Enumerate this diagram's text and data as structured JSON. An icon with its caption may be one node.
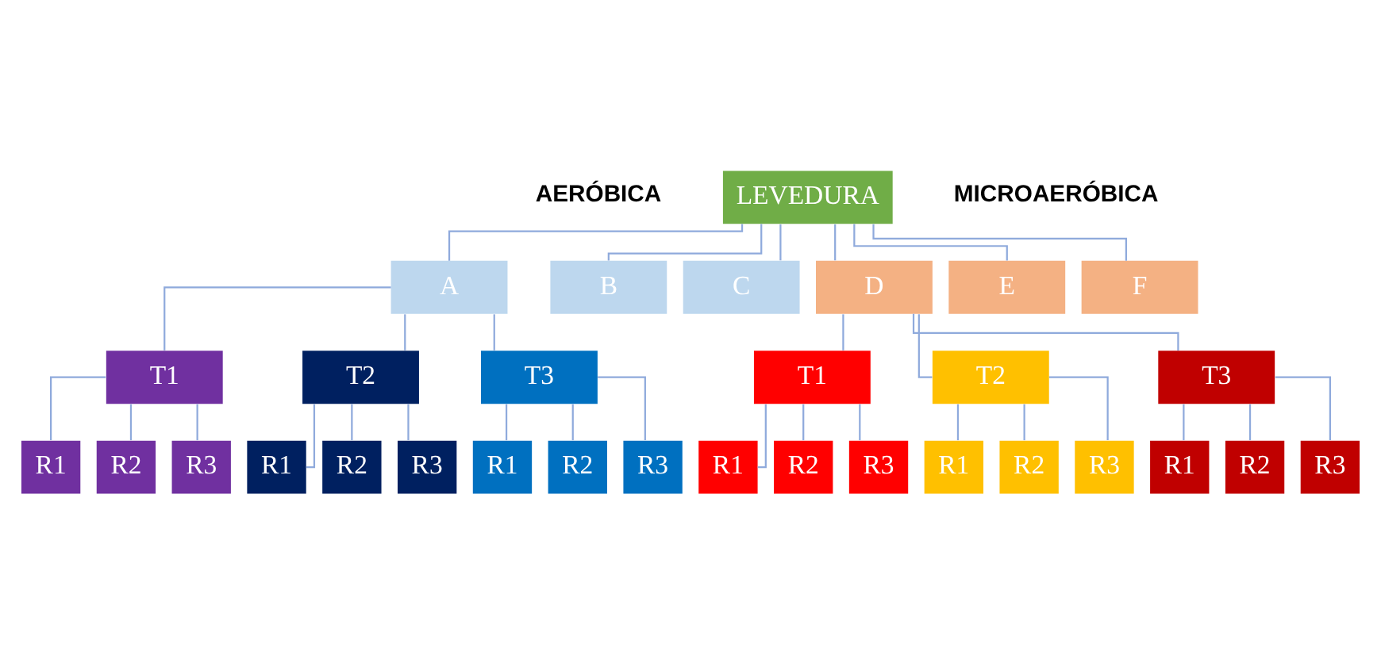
{
  "diagram": {
    "nodes": [
      {
        "text": [
          "LEVEDURA"
        ]
      },
      {
        "text": [
          "A"
        ]
      },
      {
        "text": [
          "B"
        ]
      },
      {
        "text": [
          "C"
        ]
      },
      {
        "text": [
          "D"
        ]
      },
      {
        "text": [
          "E"
        ]
      },
      {
        "text": [
          "F"
        ]
      },
      {
        "text": [
          "T1"
        ]
      },
      {
        "text": [
          "T2"
        ]
      },
      {
        "text": [
          "T3"
        ]
      },
      {
        "text": [
          "T1"
        ]
      },
      {
        "text": [
          "T2"
        ]
      },
      {
        "text": [
          "T3"
        ]
      },
      {
        "text": [
          "R1"
        ]
      },
      {
        "text": [
          "R2"
        ]
      },
      {
        "text": [
          "R3"
        ]
      },
      {
        "text": [
          "R1"
        ]
      },
      {
        "text": [
          "R2"
        ]
      },
      {
        "text": [
          "R3"
        ]
      },
      {
        "text": [
          "R1"
        ]
      },
      {
        "text": [
          "R2"
        ]
      },
      {
        "text": [
          "R3"
        ]
      },
      {
        "text": [
          "R1"
        ]
      },
      {
        "text": [
          "R2"
        ]
      },
      {
        "text": [
          "R3"
        ]
      },
      {
        "text": [
          "R1"
        ]
      },
      {
        "text": [
          "R2"
        ]
      },
      {
        "text": [
          "R3"
        ]
      },
      {
        "text": [
          "R1"
        ]
      },
      {
        "text": [
          "R2"
        ]
      },
      {
        "text": [
          "R3"
        ]
      }
    ],
    "edges": [
      {
        "from": 0,
        "to": 1,
        "arrow": "none"
      },
      {
        "from": 0,
        "to": 2,
        "arrow": "none"
      },
      {
        "from": 0,
        "to": 3,
        "arrow": "none"
      },
      {
        "from": 0,
        "to": 4,
        "arrow": "none"
      },
      {
        "from": 0,
        "to": 5,
        "arrow": "none"
      },
      {
        "from": 0,
        "to": 6,
        "arrow": "none"
      },
      {
        "from": 1,
        "to": 7,
        "arrow": "none"
      },
      {
        "from": 1,
        "to": 8,
        "arrow": "none"
      },
      {
        "from": 1,
        "to": 9,
        "arrow": "none"
      },
      {
        "from": 4,
        "to": 10,
        "arrow": "none"
      },
      {
        "from": 4,
        "to": 11,
        "arrow": "none"
      },
      {
        "from": 4,
        "to": 12,
        "arrow": "none"
      },
      {
        "from": 7,
        "to": 13,
        "arrow": "none"
      },
      {
        "from": 7,
        "to": 14,
        "arrow": "none"
      },
      {
        "from": 7,
        "to": 15,
        "arrow": "none"
      },
      {
        "from": 8,
        "to": 16,
        "arrow": "none"
      },
      {
        "from": 8,
        "to": 17,
        "arrow": "none"
      },
      {
        "from": 8,
        "to": 18,
        "arrow": "none"
      },
      {
        "from": 9,
        "to": 19,
        "arrow": "none"
      },
      {
        "from": 9,
        "to": 20,
        "arrow": "none"
      },
      {
        "from": 9,
        "to": 21,
        "arrow": "none"
      },
      {
        "from": 10,
        "to": 22,
        "arrow": "none"
      },
      {
        "from": 10,
        "to": 23,
        "arrow": "none"
      },
      {
        "from": 10,
        "to": 24,
        "arrow": "none"
      },
      {
        "from": 11,
        "to": 25,
        "arrow": "none"
      },
      {
        "from": 11,
        "to": 26,
        "arrow": "none"
      },
      {
        "from": 11,
        "to": 27,
        "arrow": "none"
      },
      {
        "from": 12,
        "to": 28,
        "arrow": "none"
      },
      {
        "from": 12,
        "to": 29,
        "arrow": "none"
      },
      {
        "from": 12,
        "to": 30,
        "arrow": "none"
      }
    ],
    "labels": [
      "AERÓBICA",
      "MICROAERÓBICA"
    ]
  }
}
